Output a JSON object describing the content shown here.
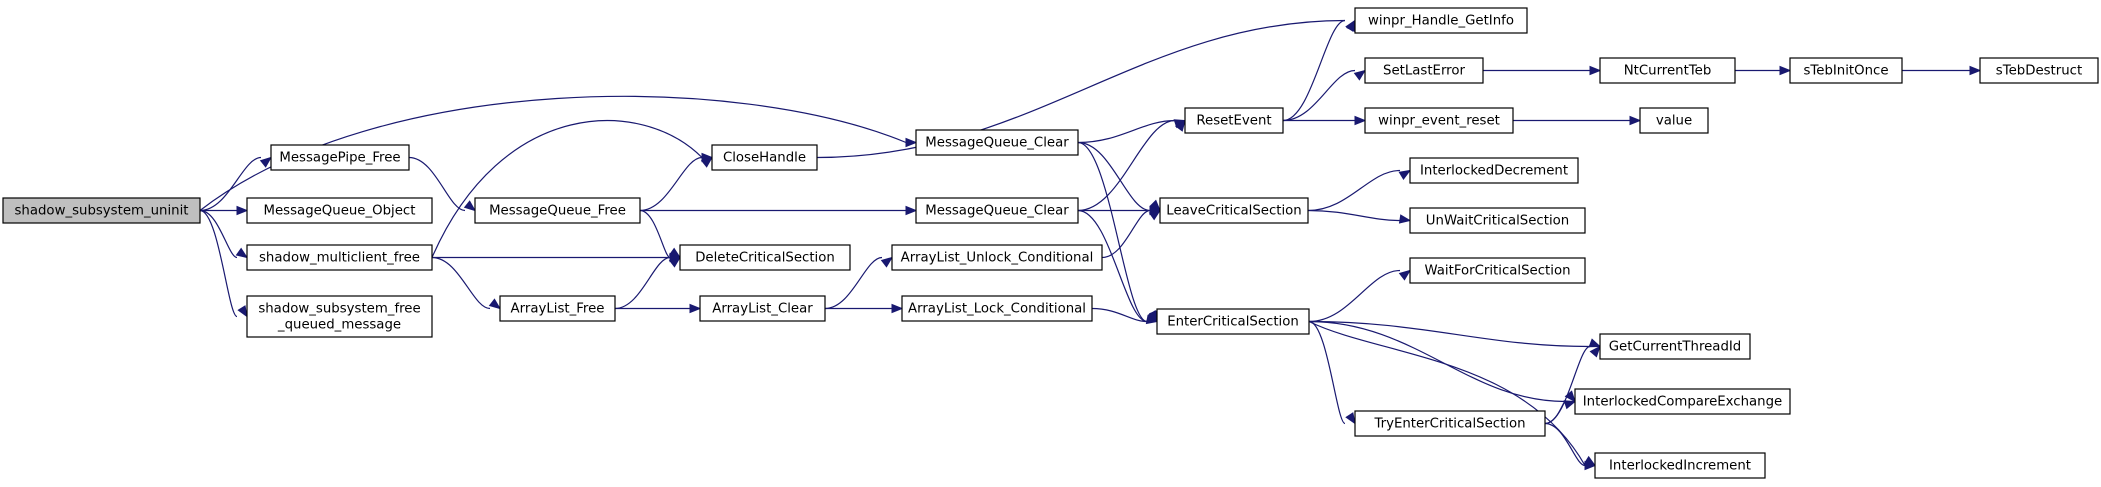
{
  "graph": {
    "nodes": [
      {
        "id": "n0",
        "lines": [
          "shadow_subsystem_uninit"
        ],
        "root": true
      },
      {
        "id": "n1",
        "lines": [
          "MessagePipe_Free"
        ]
      },
      {
        "id": "n2",
        "lines": [
          "MessageQueue_Object"
        ]
      },
      {
        "id": "n3",
        "lines": [
          "shadow_multiclient_free"
        ]
      },
      {
        "id": "n4",
        "lines": [
          "shadow_subsystem_free",
          "_queued_message"
        ]
      },
      {
        "id": "n5",
        "lines": [
          "MessageQueue_Free"
        ]
      },
      {
        "id": "n6",
        "lines": [
          "ArrayList_Free"
        ]
      },
      {
        "id": "n7",
        "lines": [
          "CloseHandle"
        ]
      },
      {
        "id": "n8",
        "lines": [
          "DeleteCriticalSection"
        ]
      },
      {
        "id": "n9",
        "lines": [
          "ArrayList_Clear"
        ]
      },
      {
        "id": "n10",
        "lines": [
          "MessageQueue_Clear"
        ]
      },
      {
        "id": "n11",
        "lines": [
          "MessageQueue_Clear"
        ]
      },
      {
        "id": "n12",
        "lines": [
          "ArrayList_Unlock_Conditional"
        ]
      },
      {
        "id": "n13",
        "lines": [
          "ArrayList_Lock_Conditional"
        ]
      },
      {
        "id": "n14",
        "lines": [
          "ResetEvent"
        ]
      },
      {
        "id": "n15",
        "lines": [
          "LeaveCriticalSection"
        ]
      },
      {
        "id": "n16",
        "lines": [
          "EnterCriticalSection"
        ]
      },
      {
        "id": "n17",
        "lines": [
          "winpr_Handle_GetInfo"
        ]
      },
      {
        "id": "n18",
        "lines": [
          "SetLastError"
        ]
      },
      {
        "id": "n19",
        "lines": [
          "winpr_event_reset"
        ]
      },
      {
        "id": "n20",
        "lines": [
          "InterlockedDecrement"
        ]
      },
      {
        "id": "n21",
        "lines": [
          "UnWaitCriticalSection"
        ]
      },
      {
        "id": "n22",
        "lines": [
          "WaitForCriticalSection"
        ]
      },
      {
        "id": "n23",
        "lines": [
          "GetCurrentThreadId"
        ]
      },
      {
        "id": "n24",
        "lines": [
          "InterlockedCompareExchange"
        ]
      },
      {
        "id": "n25",
        "lines": [
          "TryEnterCriticalSection"
        ]
      },
      {
        "id": "n26",
        "lines": [
          "InterlockedIncrement"
        ]
      },
      {
        "id": "n27",
        "lines": [
          "NtCurrentTeb"
        ]
      },
      {
        "id": "n28",
        "lines": [
          "value"
        ]
      },
      {
        "id": "n29",
        "lines": [
          "sTebInitOnce"
        ]
      },
      {
        "id": "n30",
        "lines": [
          "sTebDestruct"
        ]
      }
    ],
    "edges": [
      [
        "n0",
        "n10"
      ],
      [
        "n0",
        "n1"
      ],
      [
        "n0",
        "n2"
      ],
      [
        "n0",
        "n3"
      ],
      [
        "n0",
        "n4"
      ],
      [
        "n1",
        "n5"
      ],
      [
        "n3",
        "n7"
      ],
      [
        "n3",
        "n8"
      ],
      [
        "n3",
        "n6"
      ],
      [
        "n5",
        "n7"
      ],
      [
        "n5",
        "n8"
      ],
      [
        "n5",
        "n11"
      ],
      [
        "n6",
        "n8"
      ],
      [
        "n6",
        "n9"
      ],
      [
        "n9",
        "n12"
      ],
      [
        "n9",
        "n13"
      ],
      [
        "n7",
        "n17"
      ],
      [
        "n10",
        "n14"
      ],
      [
        "n10",
        "n15"
      ],
      [
        "n10",
        "n16"
      ],
      [
        "n11",
        "n14"
      ],
      [
        "n11",
        "n15"
      ],
      [
        "n11",
        "n16"
      ],
      [
        "n12",
        "n15"
      ],
      [
        "n13",
        "n16"
      ],
      [
        "n14",
        "n17"
      ],
      [
        "n14",
        "n18"
      ],
      [
        "n14",
        "n19"
      ],
      [
        "n15",
        "n20"
      ],
      [
        "n15",
        "n21"
      ],
      [
        "n16",
        "n22"
      ],
      [
        "n16",
        "n23"
      ],
      [
        "n16",
        "n24"
      ],
      [
        "n16",
        "n25"
      ],
      [
        "n16",
        "n26"
      ],
      [
        "n25",
        "n23"
      ],
      [
        "n25",
        "n24"
      ],
      [
        "n25",
        "n26"
      ],
      [
        "n18",
        "n27"
      ],
      [
        "n19",
        "n28"
      ],
      [
        "n27",
        "n29"
      ],
      [
        "n29",
        "n30"
      ]
    ]
  }
}
